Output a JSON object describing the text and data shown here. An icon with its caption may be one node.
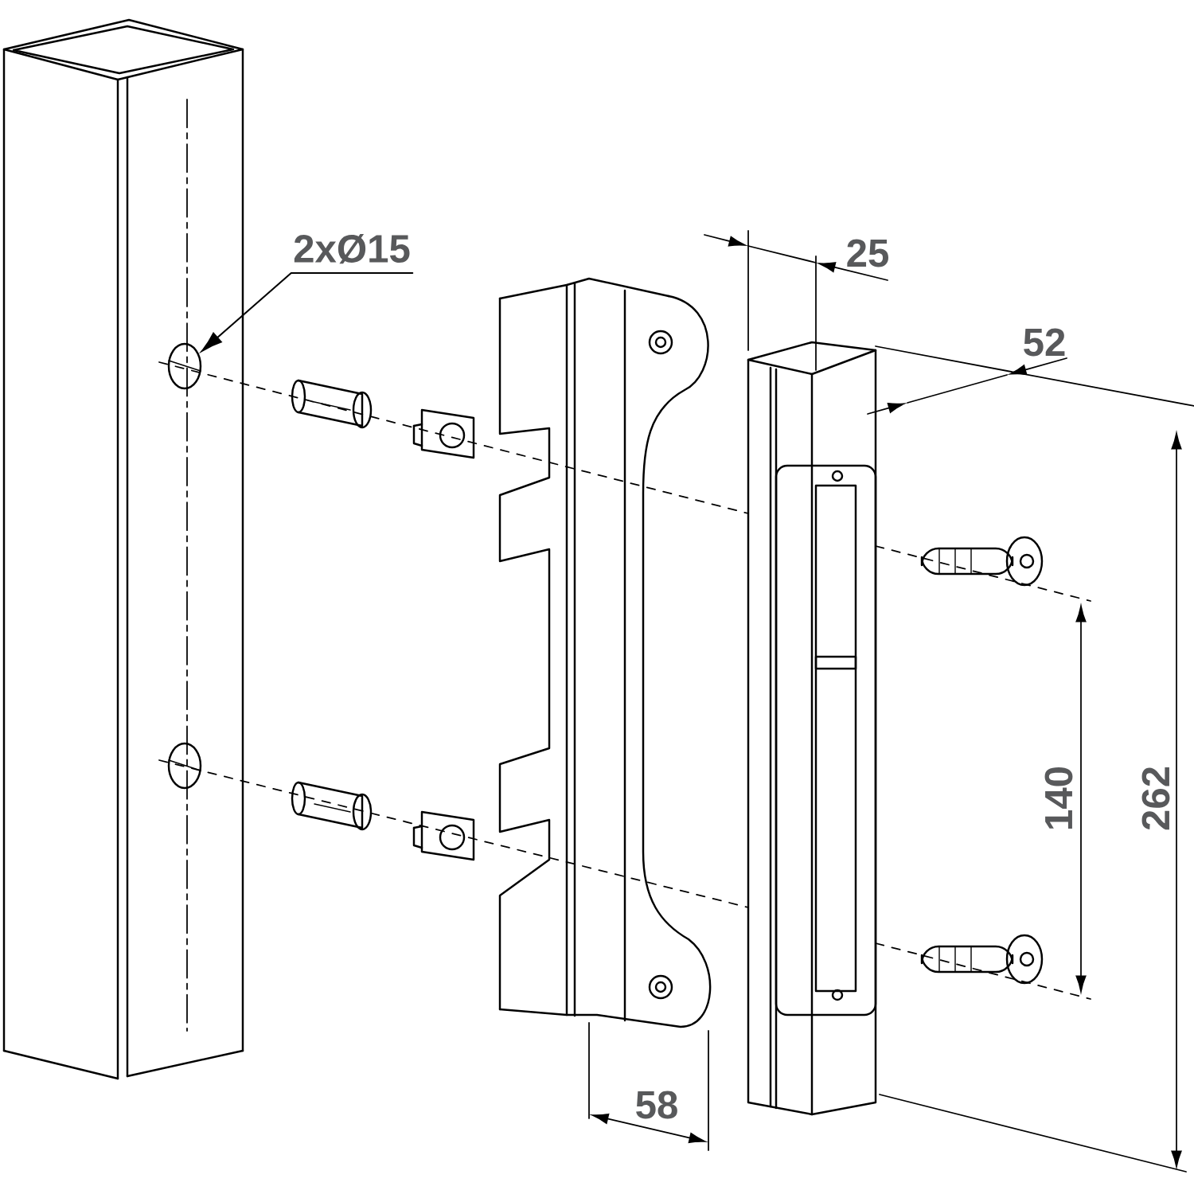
{
  "diagram": {
    "nodes": [
      {
        "text": [
          "2xØ15"
        ]
      },
      {
        "text": [],
        "shape": "circle"
      }
    ],
    "edges": [
      {
        "from": 0,
        "to": 1,
        "arrow": "to"
      }
    ],
    "labels": [
      "25",
      "52",
      "140",
      "262",
      "58"
    ]
  }
}
